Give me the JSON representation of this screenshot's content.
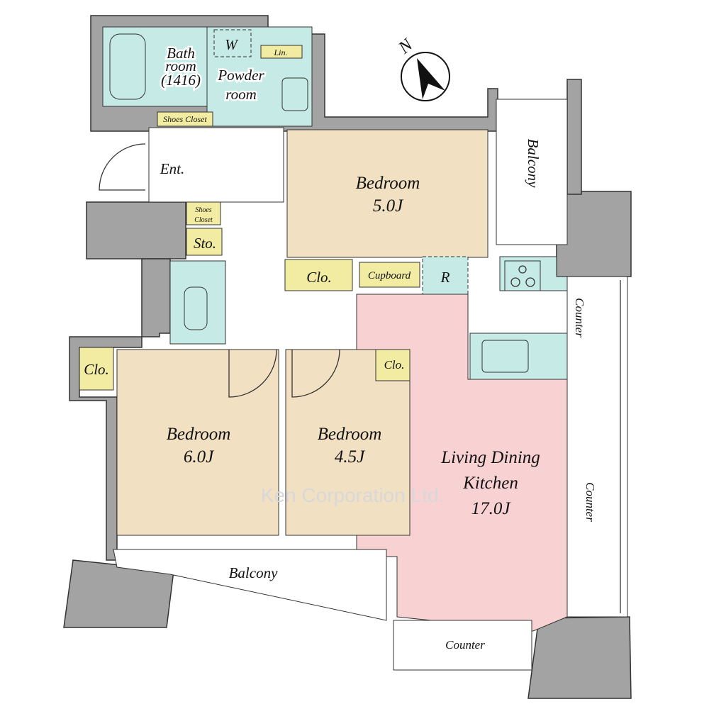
{
  "colors": {
    "wall": "#a3a3a3",
    "bedroom": "#f2e0c2",
    "ldk": "#f8d2d2",
    "wet": "#c6ebe6",
    "storage": "#f2eca2"
  },
  "compass": {
    "label": "N"
  },
  "rooms": {
    "bathroom": [
      "Bath",
      "room",
      "(1416)"
    ],
    "washer": "W",
    "linen": "Lin.",
    "powder": [
      "Powder",
      "room"
    ],
    "shoes_closet_top": "Shoes Closet",
    "entrance": "Ent.",
    "shoes_closet_side": [
      "Shoes",
      "Closet"
    ],
    "storage": "Sto.",
    "bedroom_north": {
      "name": "Bedroom",
      "size": "5.0J"
    },
    "closet_north": "Clo.",
    "cupboard": "Cupboard",
    "refrigerator": "R",
    "balcony_east": "Balcony",
    "kitchen_counter": "Counter",
    "closet_west": "Clo.",
    "bedroom_west": {
      "name": "Bedroom",
      "size": "6.0J"
    },
    "bedroom_middle": {
      "name": "Bedroom",
      "size": "4.5J"
    },
    "closet_middle": "Clo.",
    "ldk": [
      "Living Dining",
      "Kitchen",
      "17.0J"
    ],
    "counter_east": "Counter",
    "balcony_south": "Balcony",
    "counter_south": "Counter"
  },
  "watermark": "Ken Corporation Ltd."
}
